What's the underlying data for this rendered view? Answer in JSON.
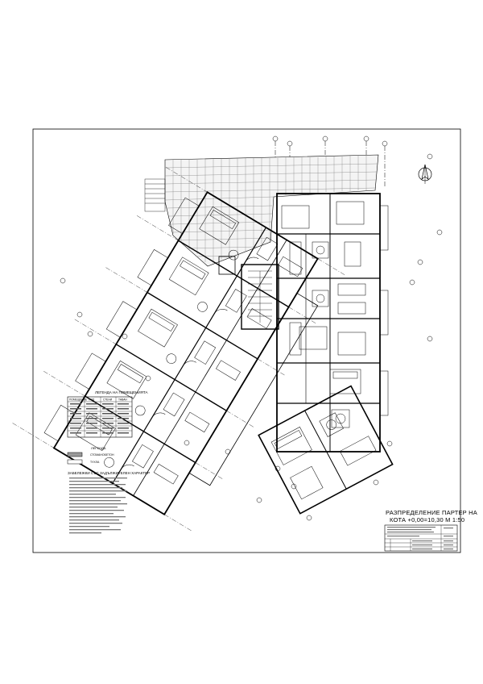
{
  "drawing": {
    "title_line1": "РАЗПРЕДЕЛЕНИЕ ПАРТЕР НА",
    "title_line2": "КОТА +0,00=10,30 М 1:50",
    "north_symbol": "north-arrow-icon"
  },
  "legend_finishes": {
    "title": "ЛЕГЕНДА НА ПОМЕЩЕНИЯТА",
    "headers": [
      "ПОМЕЩЕНИЕ",
      "ПОД",
      "СТЕНИ",
      "ТАВАН"
    ]
  },
  "legend_materials": {
    "title": "ЛЕГЕНДА",
    "items": [
      "СТОМАНОБЕТОН",
      "ТУХЛА"
    ]
  },
  "notes": {
    "title": "ЗАБЕЛЕЖКИ СЪС ЗАДЪЛЖИТЕЛЕН ХАРАКТЕР"
  },
  "colors": {
    "line": "#000000",
    "paper": "#ffffff",
    "hatch": "#9a9a9a"
  }
}
